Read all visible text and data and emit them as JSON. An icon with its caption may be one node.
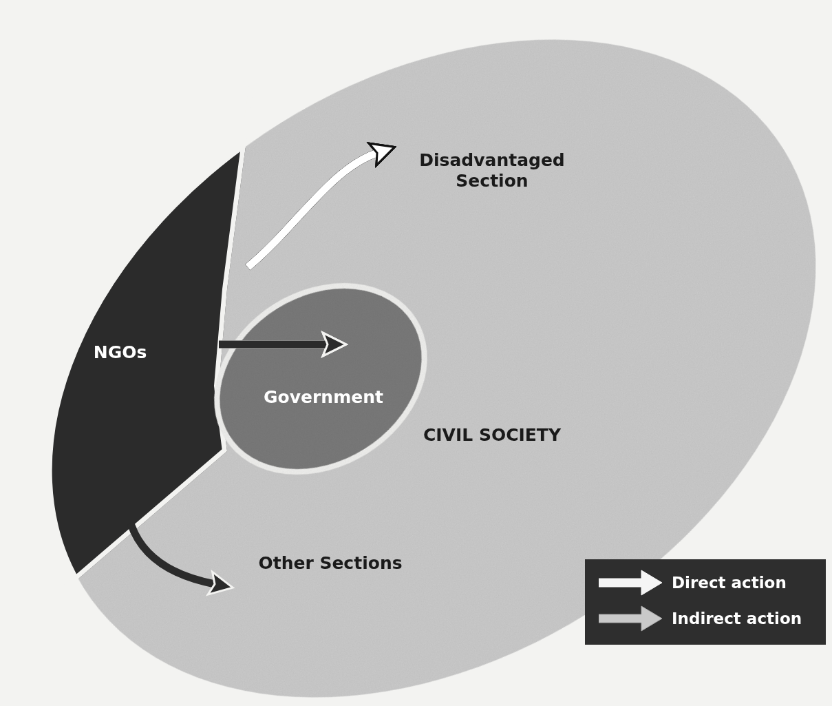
{
  "diagram": {
    "nodes": [
      {
        "text": [
          "CIVIL SOCIETY"
        ]
      },
      {
        "text": [
          "NGOs"
        ],
        "in": 0
      },
      {
        "text": [
          "Disadvantaged Section"
        ],
        "in": 0
      },
      {
        "text": [
          "Government"
        ],
        "in": 0
      },
      {
        "text": [
          "Other Sections"
        ],
        "in": 0
      }
    ],
    "edges": [
      {
        "from": 1,
        "to": 2,
        "arrow": "to",
        "color": "#ffffff"
      },
      {
        "from": 1,
        "to": 3,
        "arrow": "to"
      },
      {
        "from": 1,
        "to": 4,
        "arrow": "to"
      }
    ],
    "legend": [
      {
        "text": "Direct action"
      },
      {
        "text": "Indirect action"
      }
    ]
  }
}
